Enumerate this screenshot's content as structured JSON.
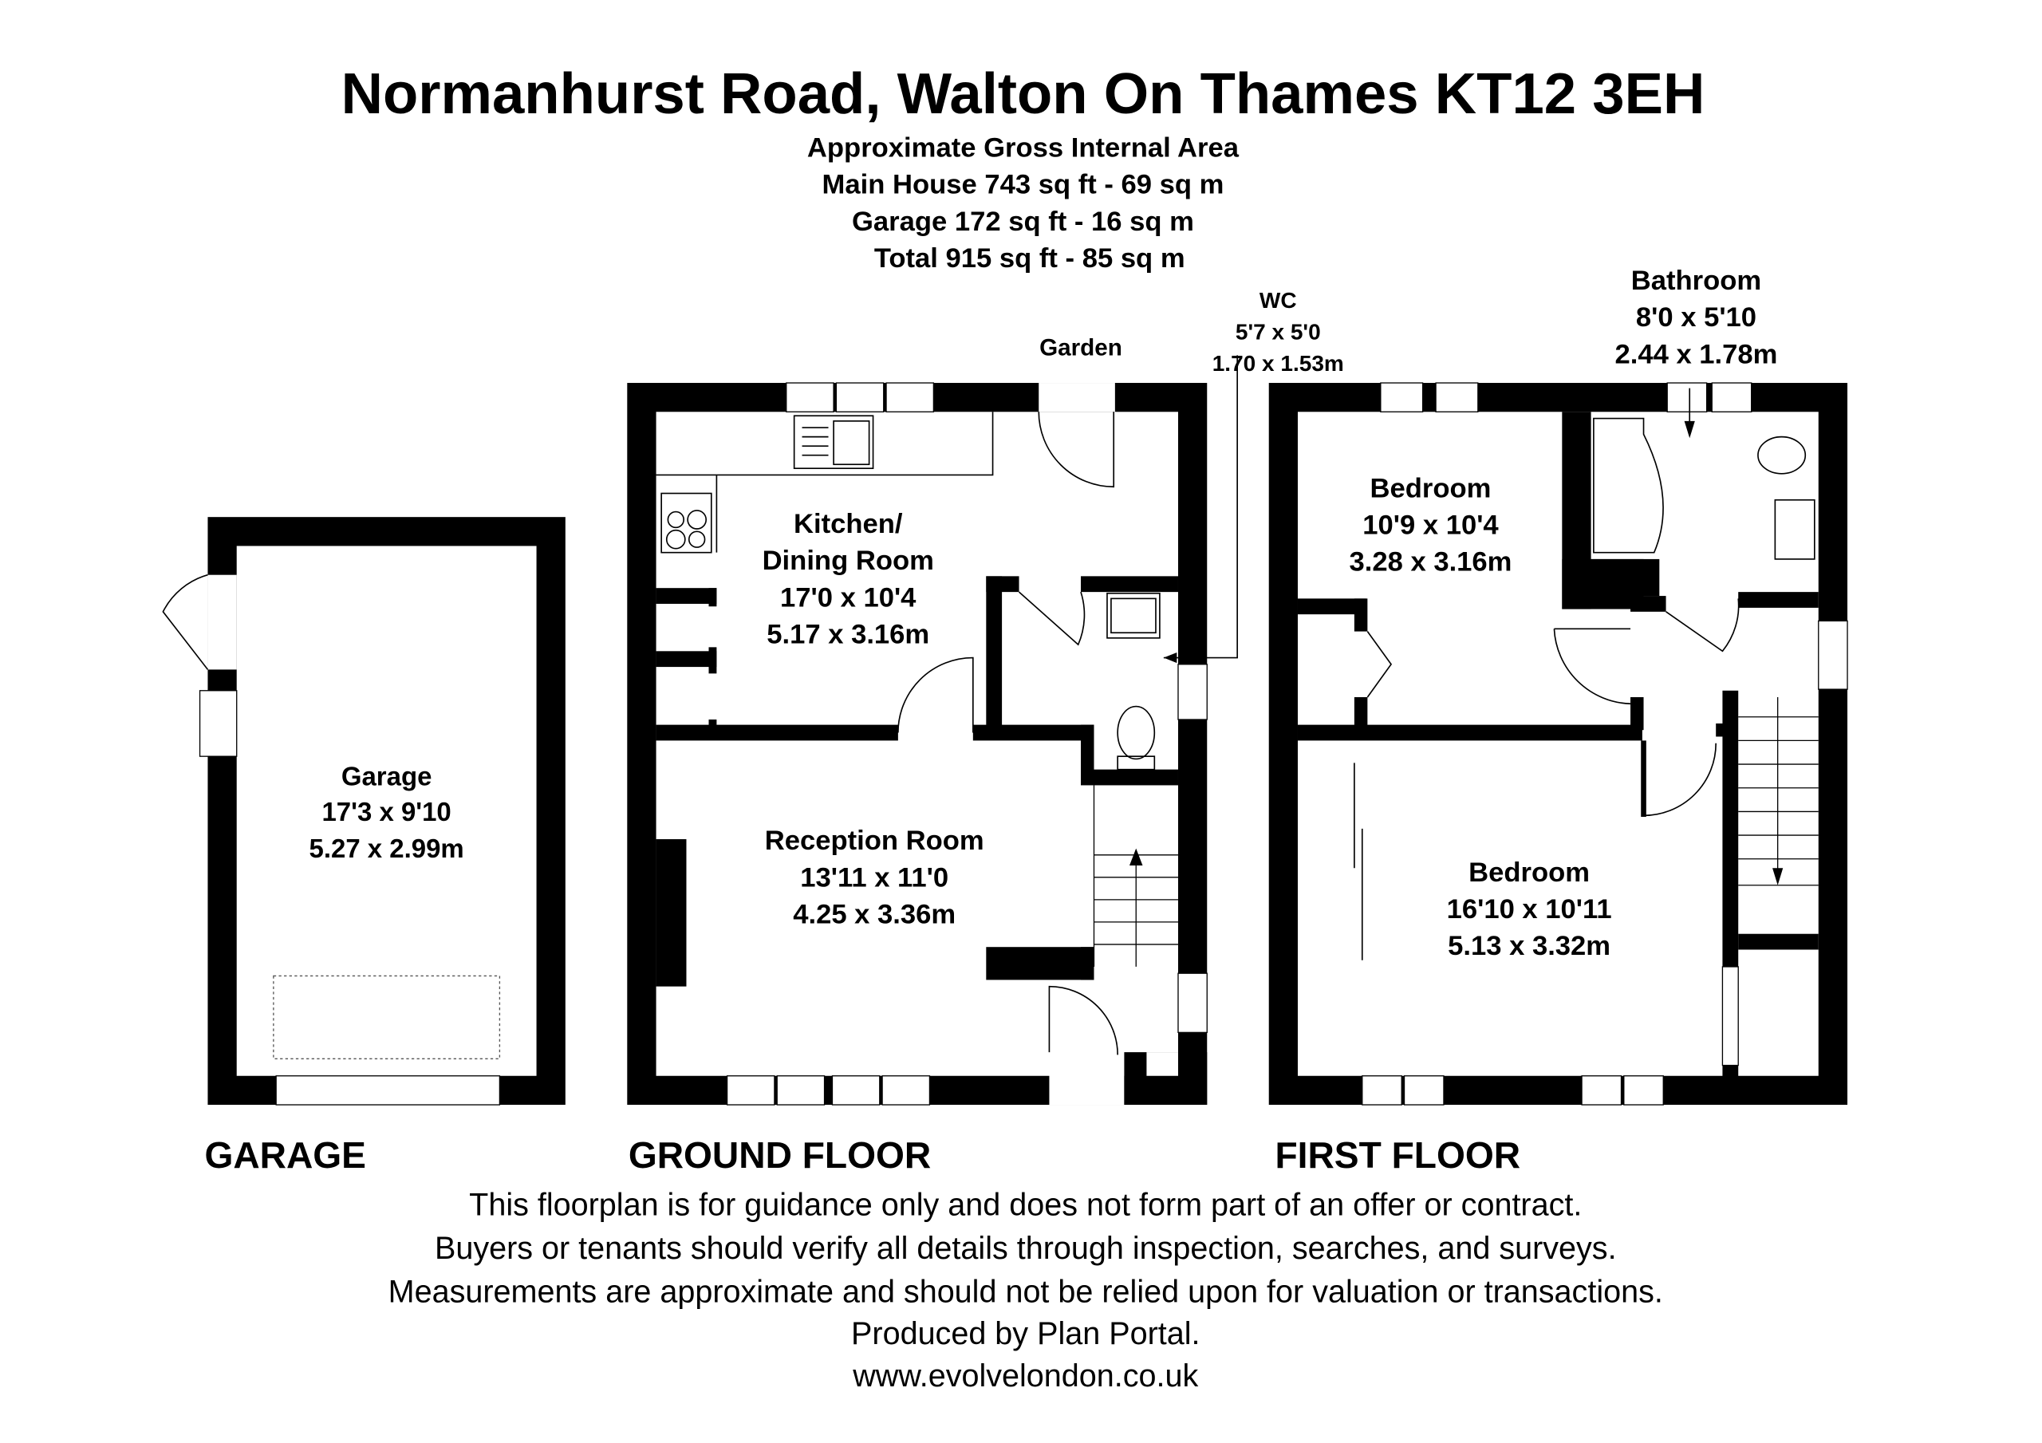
{
  "title": "Normanhurst Road, Walton On Thames KT12 3EH",
  "area": {
    "heading": "Approximate Gross Internal Area",
    "main_house": "Main House 743 sq ft - 69 sq m",
    "garage": "Garage 172 sq ft - 16 sq m",
    "total": "Total 915 sq ft - 85 sq m"
  },
  "rooms": {
    "garage": {
      "name": "Garage",
      "imperial": "17'3 x 9'10",
      "metric": "5.27 x 2.99m"
    },
    "kitchen": {
      "name1": "Kitchen/",
      "name2": "Dining Room",
      "imperial": "17'0 x 10'4",
      "metric": "5.17 x 3.16m"
    },
    "reception": {
      "name": "Reception Room",
      "imperial": "13'11 x 11'0",
      "metric": "4.25 x 3.36m"
    },
    "wc": {
      "name": "WC",
      "imperial": "5'7 x 5'0",
      "metric": "1.70 x 1.53m"
    },
    "garden": {
      "name": "Garden"
    },
    "bedroom1": {
      "name": "Bedroom",
      "imperial": "10'9 x 10'4",
      "metric": "3.28 x 3.16m"
    },
    "bathroom": {
      "name": "Bathroom",
      "imperial": "8'0 x 5'10",
      "metric": "2.44 x 1.78m"
    },
    "bedroom2": {
      "name": "Bedroom",
      "imperial": "16'10 x 10'11",
      "metric": "5.13 x 3.32m"
    }
  },
  "floors": {
    "garage": "GARAGE",
    "ground": "GROUND FLOOR",
    "first": "FIRST FLOOR"
  },
  "disclaimer": [
    "This floorplan is for guidance only and does not form part of an offer or contract.",
    "Buyers or tenants should verify all details through inspection, searches, and surveys.",
    "Measurements are approximate and should not be relied upon for valuation or transactions.",
    "Produced by Plan Portal.",
    "www.evolvelondon.co.uk"
  ]
}
